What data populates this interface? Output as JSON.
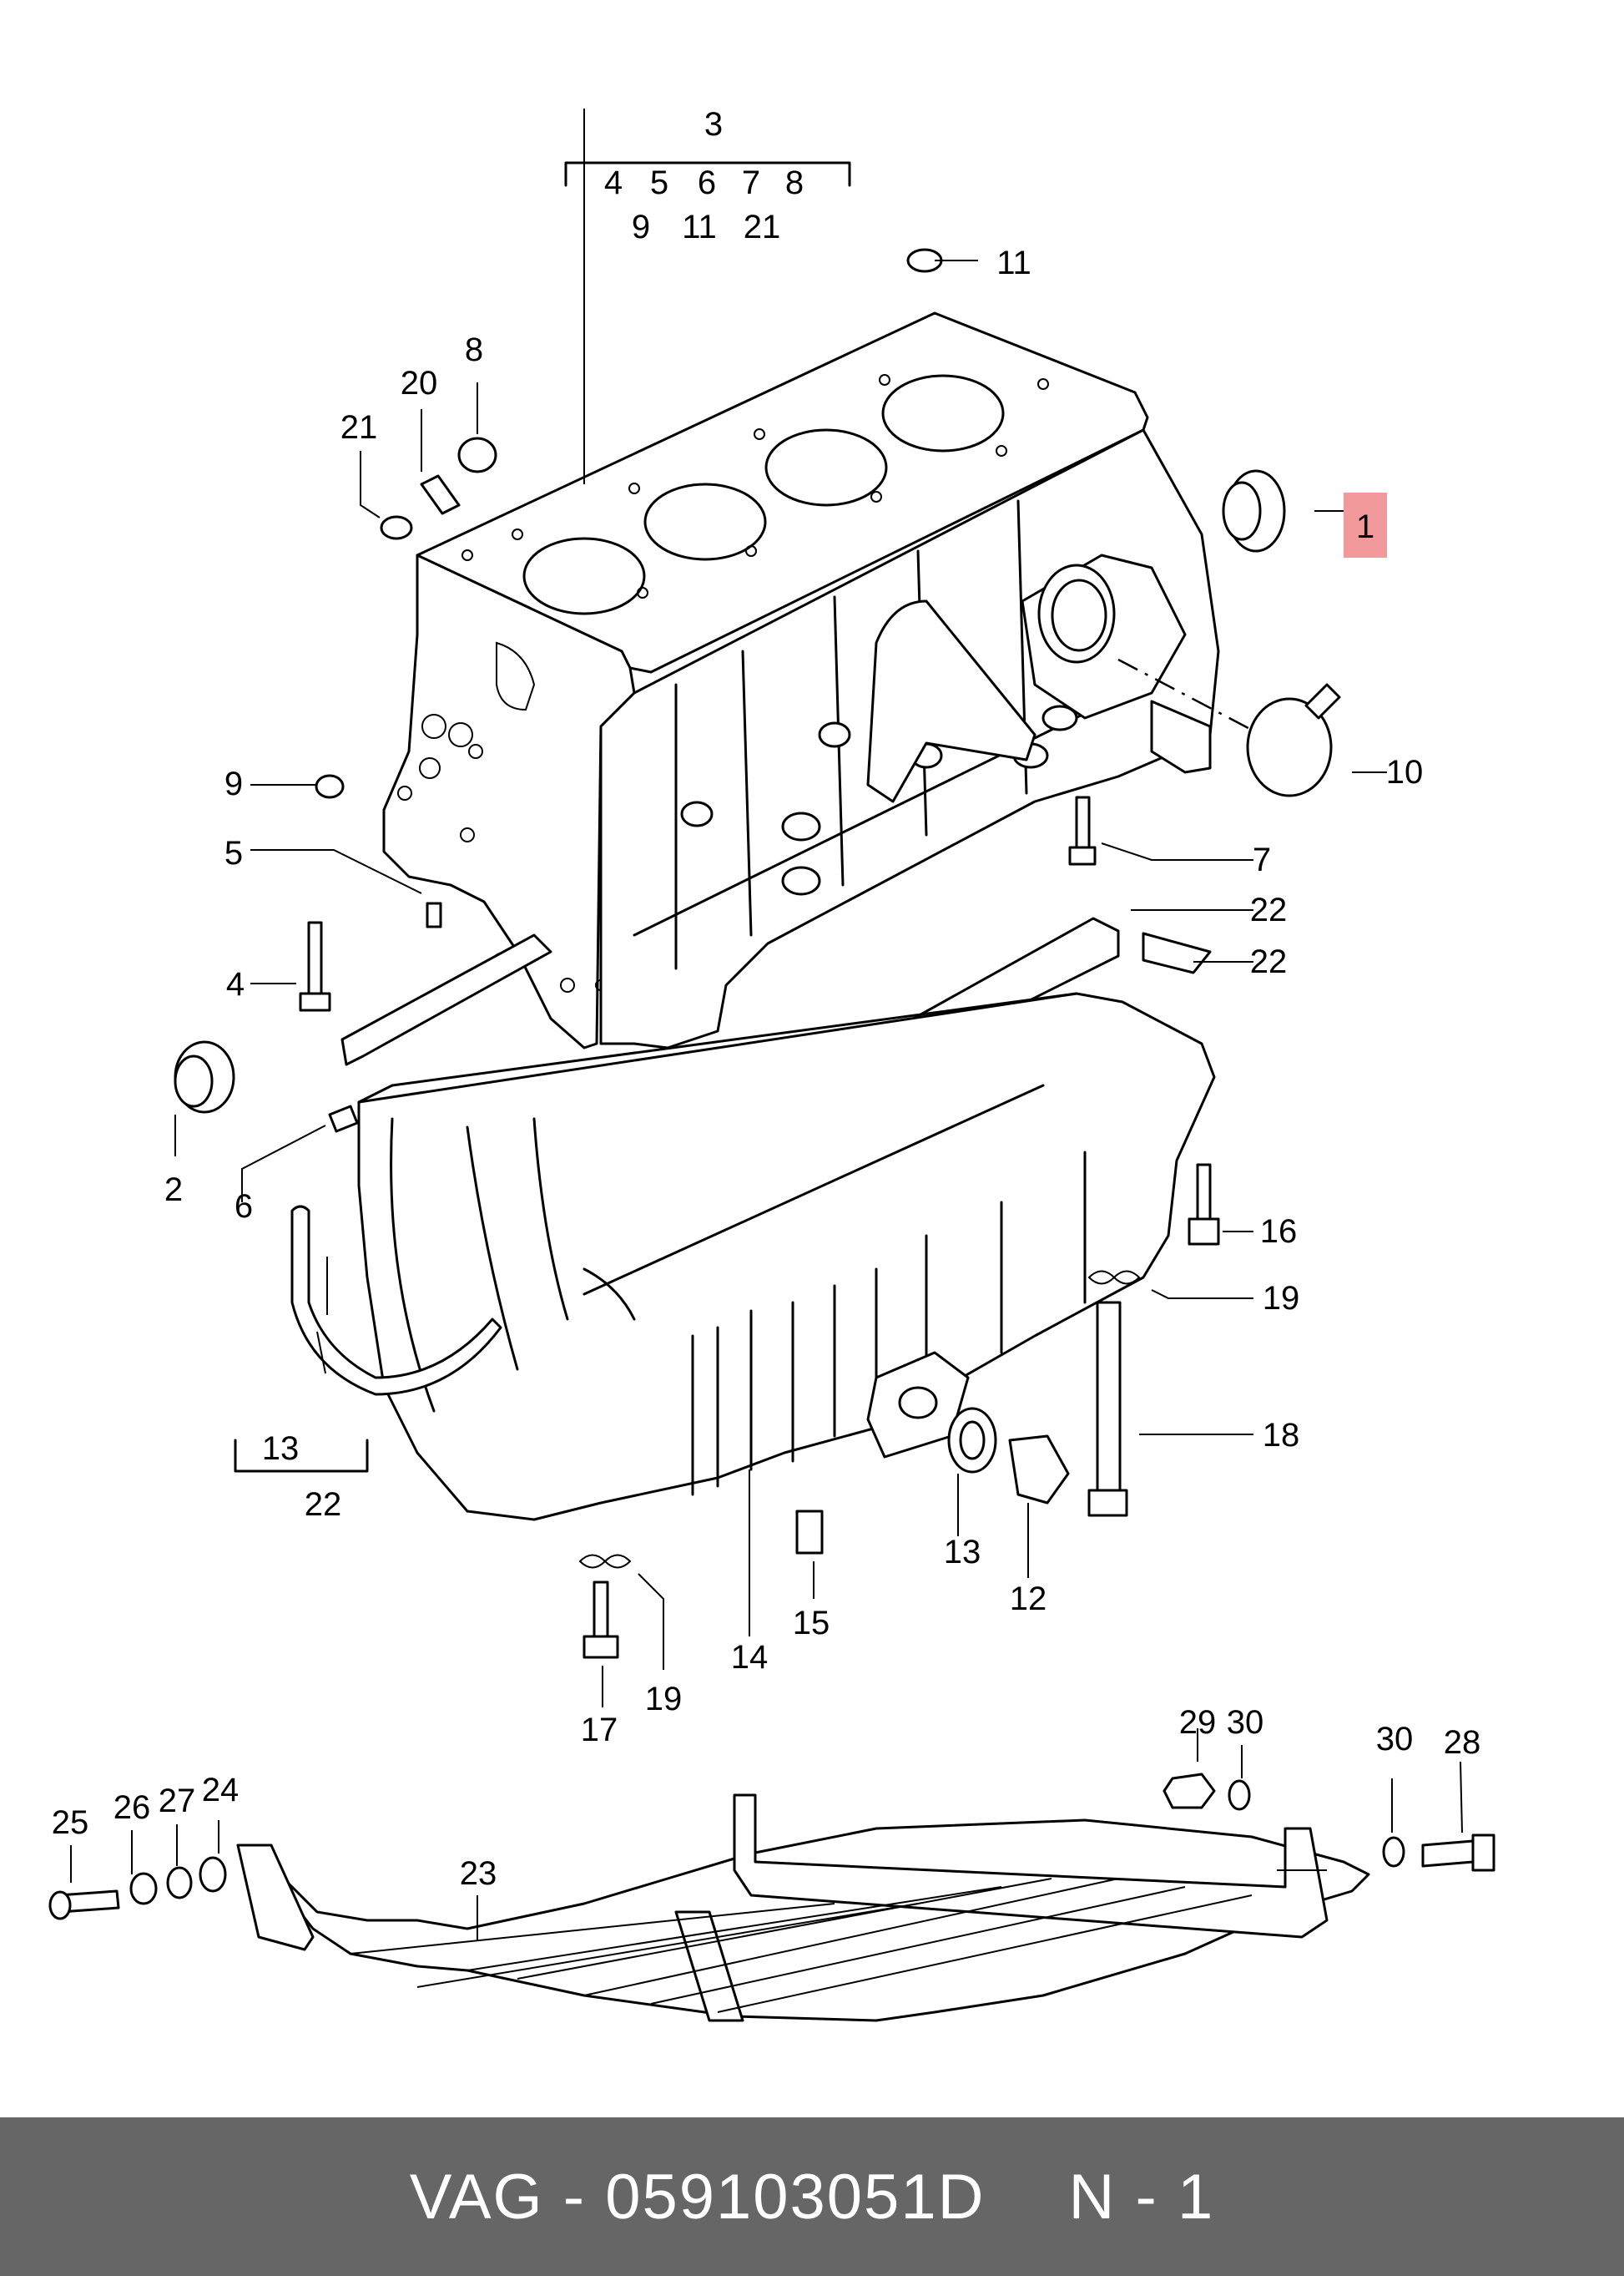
{
  "footer": {
    "brand": "VAG",
    "separator": "-",
    "part_number": "059103051D",
    "ref_prefix": "N",
    "ref_separator": "-",
    "ref_number": "1"
  },
  "highlight_color": "#f2999c",
  "footer_color": "#666666",
  "callouts": {
    "c1": "1",
    "c2": "2",
    "c3": "3",
    "c4": "4",
    "c5": "5",
    "c6": "6",
    "c7": "7",
    "c8": "8",
    "c9": "9",
    "c10": "10",
    "c11": "11",
    "c12": "12",
    "c13a": "13",
    "c13b": "13",
    "c14": "14",
    "c15": "15",
    "c16": "16",
    "c17": "17",
    "c18": "18",
    "c19a": "19",
    "c19b": "19",
    "c20": "20",
    "c21": "21",
    "c22a": "22",
    "c22b": "22",
    "c22c": "22",
    "c23": "23",
    "c24": "24",
    "c25": "25",
    "c26": "26",
    "c27": "27",
    "c28": "28",
    "c29": "29",
    "c30a": "30",
    "c30b": "30"
  },
  "group3_row1": [
    "4",
    "5",
    "6",
    "7",
    "8"
  ],
  "group3_row2": [
    "9",
    "11",
    "21"
  ]
}
